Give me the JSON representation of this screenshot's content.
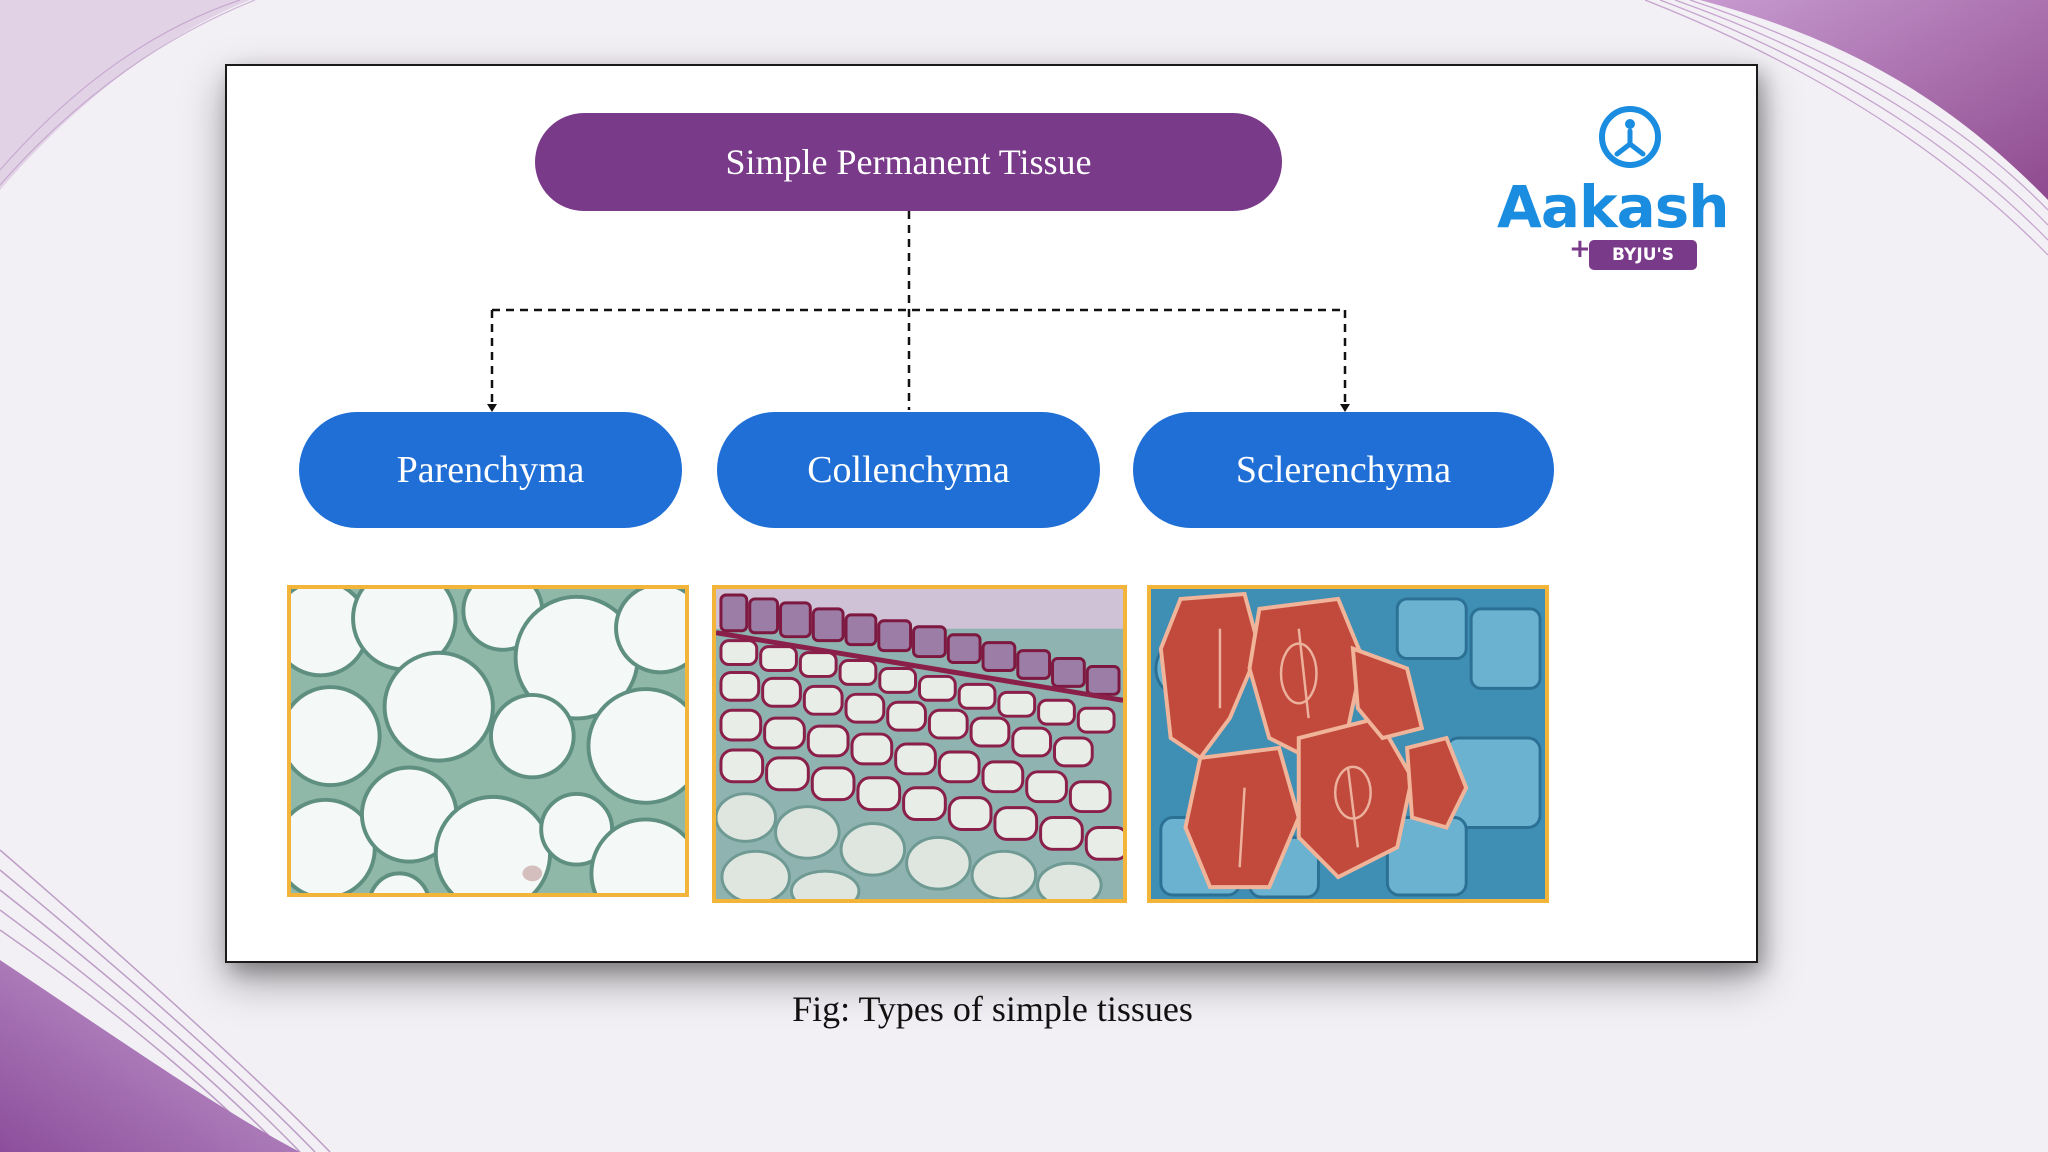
{
  "diagram": {
    "root": {
      "label": "Simple Permanent Tissue"
    },
    "children": [
      {
        "label": "Parenchyma"
      },
      {
        "label": "Collenchyma"
      },
      {
        "label": "Sclerenchyma"
      }
    ]
  },
  "logo": {
    "wordmark": "Aakash",
    "sub": "BYJU'S",
    "plus": "+"
  },
  "caption": "Fig: Types of simple tissues",
  "colors": {
    "root_fill": "#7a3a8a",
    "child_fill": "#1f6fd6",
    "image_frame": "#f2b53a",
    "logo_blue": "#1a8de0",
    "logo_purple": "#7a3a8a"
  }
}
